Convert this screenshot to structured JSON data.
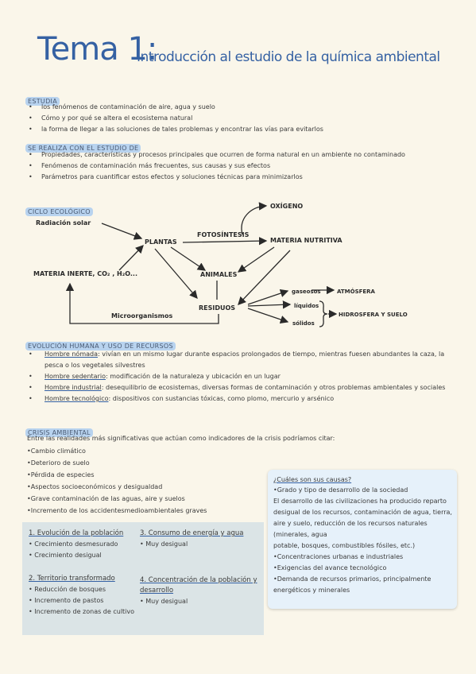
{
  "title": {
    "main": "Tema 1:",
    "sub": "Introducción al estudio de la química ambiental"
  },
  "estudia": {
    "heading": "ESTUDIA",
    "items": [
      "los fenómenos de contaminación de aire, agua y suelo",
      "Cómo y por qué se altera el ecosistema natural",
      "la forma de llegar a las soluciones de tales problemas y encontrar las vías para evitarlos"
    ]
  },
  "realiza": {
    "heading": "SE REALIZA CON EL ESTUDIO DE",
    "items": [
      "Propiedades, características y procesos principales que ocurren de forma natural en un ambiente no contaminado",
      "Fenómenos de contaminación más frecuentes, sus causas y sus efectos",
      "Parámetros para cuantificar estos efectos y soluciones técnicas para minimizarlos"
    ]
  },
  "ciclo": {
    "heading": "CICLO ECOLÓGICO",
    "nodes": {
      "radiacion": "Radiación solar",
      "plantas": "PLANTAS",
      "fotosintesis": "FOTOSÍNTESIS",
      "oxigeno": "OXÍGENO",
      "materia_nutritiva": "MATERIA NUTRITIVA",
      "materia_inerte": "MATERIA INERTE, CO₂ , H₂O...",
      "animales": "ANIMALES",
      "residuos": "RESIDUOS",
      "microorganismos": "Microorganismos",
      "gaseosos": "gaseosos",
      "atmosfera": "ATMÓSFERA",
      "liquidos": "líquidos",
      "solidos": "sólidos",
      "hidrosfera": "HIDROSFERA Y SUELO"
    }
  },
  "evolucion": {
    "heading": "EVOLUCIÓN HUMANA Y USO DE RECURSOS",
    "items": [
      {
        "term": "Hombre nómada",
        "text": ": vivían en un mismo lugar durante espacios prolongados de tiempo, mientras fuesen abundantes la caza, la pesca o los vegetales silvestres"
      },
      {
        "term": "Hombre sedentario",
        "text": ": modificación de la naturaleza y ubicación en un lugar"
      },
      {
        "term": "Hombre industrial",
        "text": ": desequilibrio de ecosistemas, diversas formas de contaminación y otros problemas ambientales y sociales"
      },
      {
        "term": "Hombre tecnológico",
        "text": ": dispositivos con sustancias tóxicas, como plomo, mercurio y arsénico"
      }
    ]
  },
  "crisis": {
    "heading": "CRISIS AMBIENTAL",
    "intro": "Entre las realidades más significativas que actúan como indicadores de la crisis podríamos citar:",
    "items": [
      "•Cambio climático",
      "•Deterioro de suelo",
      "•Pérdida de especies",
      "•Aspectos socioeconómicos y desigualdad",
      "•Grave contaminación de las aguas, aire y suelos",
      "•Incremento de los accidentesmedioambientales graves"
    ]
  },
  "box_left": {
    "s1": {
      "title": "1. Evolución de la población",
      "items": [
        "• Crecimiento desmesurado",
        "• Crecimiento desigual"
      ]
    },
    "s2": {
      "title": "2. Territorio transformado",
      "items": [
        "• Reducción de bosques",
        "• Incremento de pastos",
        "• Incremento de zonas de cultivo"
      ]
    },
    "s3": {
      "title": "3. Consumo de energía y agua",
      "items": [
        "• Muy desigual"
      ]
    },
    "s4": {
      "title": "4. Concentración de la población y desarrollo",
      "items": [
        "• Muy desigual"
      ]
    }
  },
  "box_right": {
    "title": "¿Cuáles son sus causas?",
    "lines": [
      "•Grado y tipo de desarrollo de la sociedad",
      "El desarrollo de las civilizaciones ha producido reparto desigual de los recursos, contaminación de agua, tierra, aire y suelo, reducción de los recursos naturales (minerales, agua",
      "potable, bosques, combustibles fósiles, etc.)",
      "•Concentraciones urbanas e industriales",
      "•Exigencias del avance tecnológico",
      "•Demanda de recursos primarios, principalmente energéticos y minerales"
    ]
  }
}
